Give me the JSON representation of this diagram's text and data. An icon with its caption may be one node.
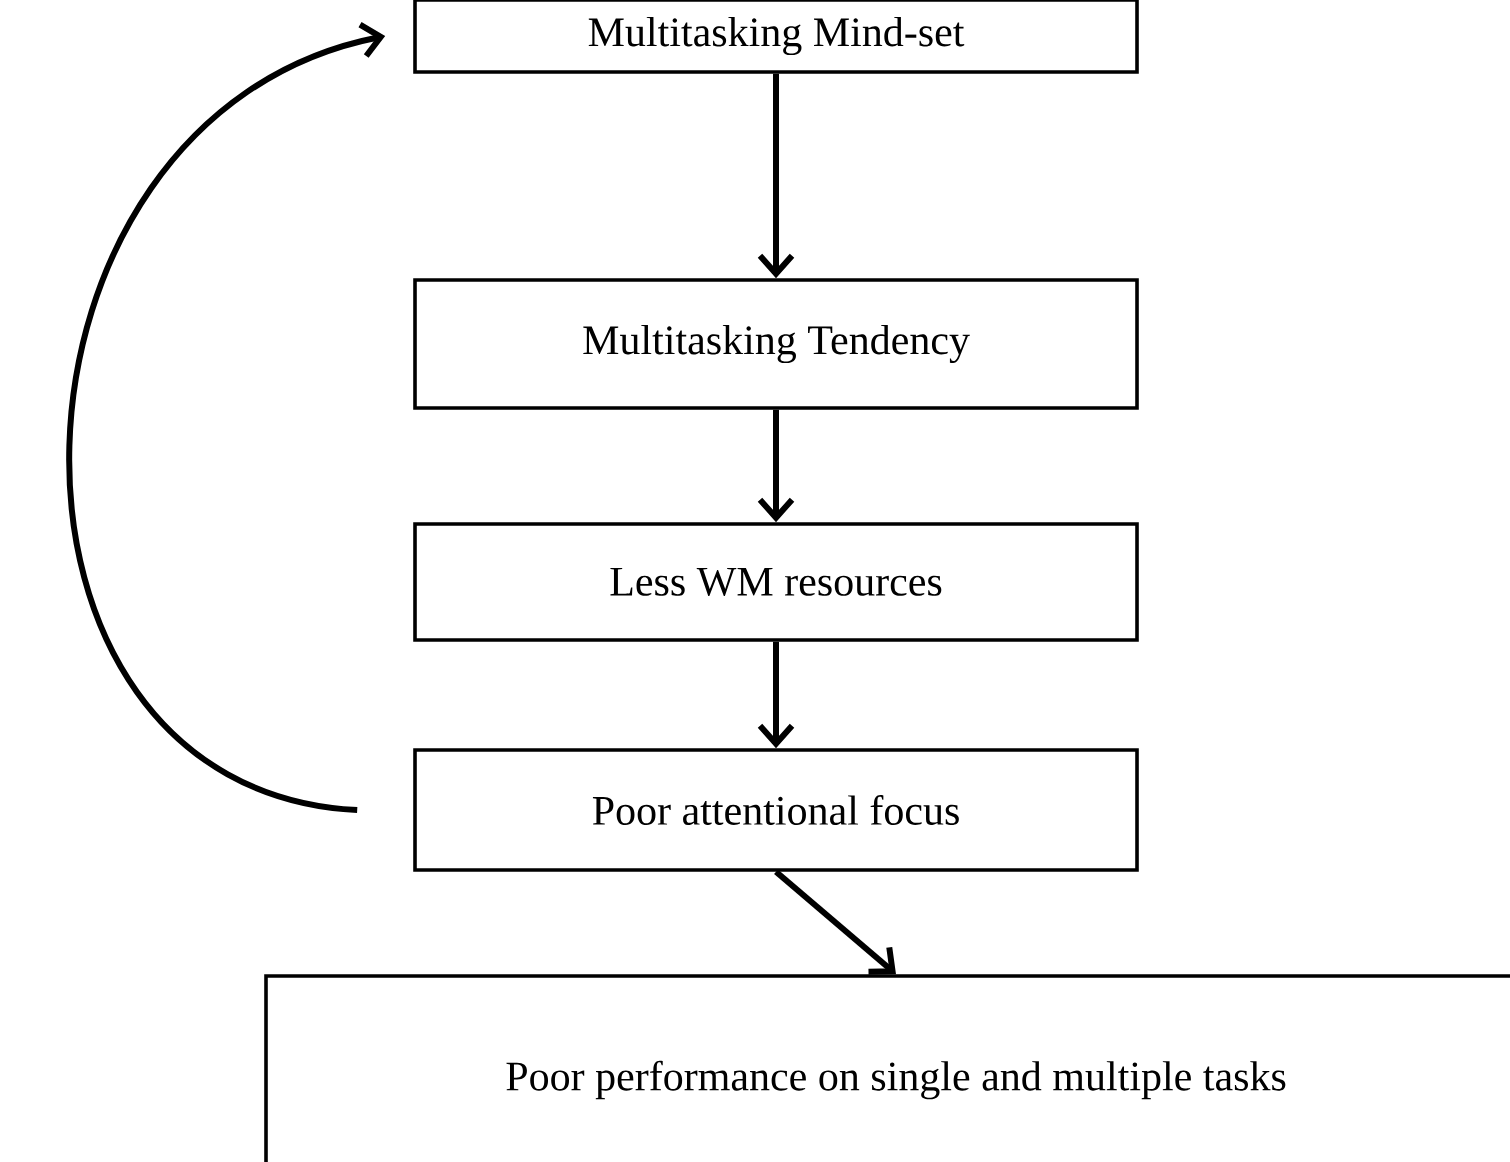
{
  "diagram": {
    "nodes": [
      {
        "text": [
          "Multitasking Mind-set"
        ]
      },
      {
        "text": [
          "Multitasking Tendency"
        ]
      },
      {
        "text": [
          "Less WM resources"
        ]
      },
      {
        "text": [
          "Poor attentional focus"
        ]
      },
      {
        "text": [
          "Poor performance on single and multiple tasks"
        ]
      }
    ],
    "edges": [
      {
        "from": 0,
        "to": 1,
        "arrow": "to"
      },
      {
        "from": 1,
        "to": 2,
        "arrow": "to"
      },
      {
        "from": 2,
        "to": 3,
        "arrow": "to"
      },
      {
        "from": 3,
        "to": 4,
        "arrow": "to"
      },
      {
        "from": 3,
        "to": 0,
        "arrow": "to"
      }
    ]
  }
}
